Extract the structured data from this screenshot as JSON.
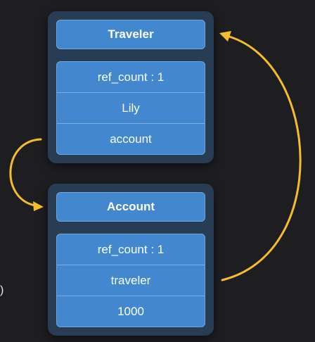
{
  "traveler": {
    "title": "Traveler",
    "fields": [
      "ref_count : 1",
      "Lily",
      "account"
    ]
  },
  "account": {
    "title": "Account",
    "fields": [
      "ref_count : 1",
      "traveler",
      "1000"
    ]
  },
  "edge_text": ")",
  "colors": {
    "background": "#1e1e21",
    "card": "#283c54",
    "cell": "#4387cf",
    "arrow": "#f5bd2e"
  }
}
